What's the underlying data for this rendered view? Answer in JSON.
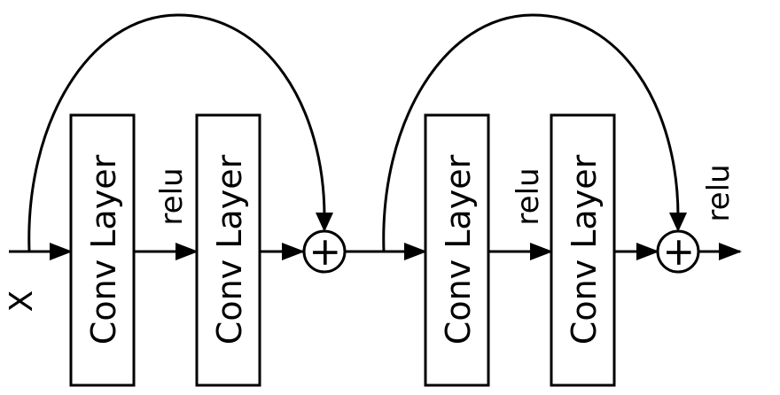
{
  "input": {
    "label": "X"
  },
  "blocks": [
    {
      "label": "Conv Layer"
    },
    {
      "label": "Conv Layer"
    },
    {
      "label": "Conv Layer"
    },
    {
      "label": "Conv Layer"
    }
  ],
  "activations": [
    {
      "label": "relu"
    },
    {
      "label": "relu"
    },
    {
      "label": "relu"
    }
  ],
  "adders": [
    {
      "symbol": "+"
    },
    {
      "symbol": "+"
    }
  ]
}
